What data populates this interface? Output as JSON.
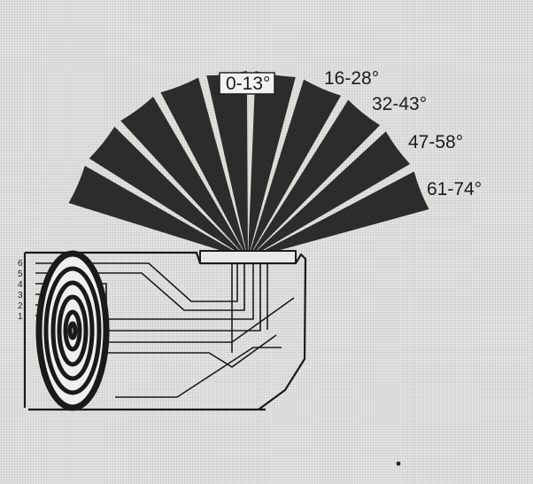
{
  "diagram": {
    "angle_labels": [
      "0-13°",
      "16-28°",
      "32-43°",
      "47-58°",
      "61-74°"
    ],
    "side_labels": [
      "6",
      "5",
      "4",
      "3",
      "2",
      "1"
    ],
    "fill_color": "#2c2c2c",
    "line_color": "#1a1a1a",
    "background_color": "#e4e4e2"
  }
}
